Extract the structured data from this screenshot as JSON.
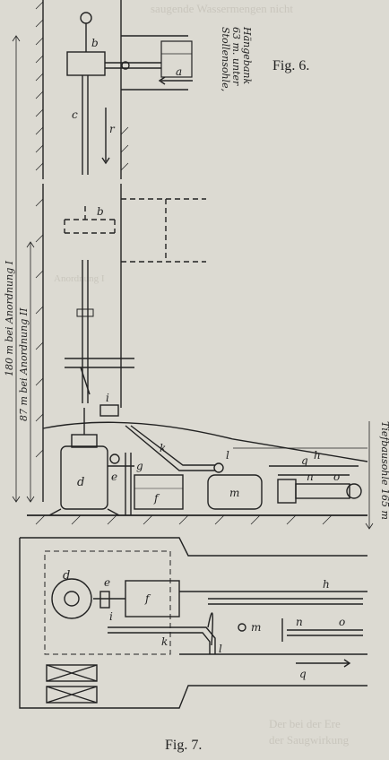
{
  "figure6": {
    "caption": "Fig. 6.",
    "label_b": "b",
    "label_a": "a",
    "label_c": "c",
    "label_r": "r",
    "stollen_line1": "Stollensohle,",
    "stollen_line2": "63 m. unter",
    "stollen_line3": "Hängebank"
  },
  "figure7": {
    "caption": "Fig. 7.",
    "elevation": {
      "label_b": "b",
      "label_i": "i",
      "label_d": "d",
      "label_e": "e",
      "label_g": "g",
      "label_f": "f",
      "label_k": "k",
      "label_l": "l",
      "label_m": "m",
      "label_q": "q",
      "label_n": "n",
      "label_o": "o",
      "label_h": "h",
      "dim_180": "180 m bei Anordnung I",
      "dim_87": "87 m bei Anordnung II",
      "tiefbausohle": "Tiefbausohle 165 m"
    },
    "plan": {
      "label_d": "d",
      "label_e": "e",
      "label_f": "f",
      "label_i": "i",
      "label_k": "k",
      "label_l": "l",
      "label_m": "m",
      "label_h": "h",
      "label_n": "n",
      "label_o": "o",
      "label_q": "q"
    }
  },
  "background_text": {
    "bg1": "saugende Wassermengen nicht",
    "bg2": "Anordnung I",
    "bg3": "der Saugwirkung",
    "bg4": "Der bei der Ere"
  },
  "colors": {
    "paper": "#dcdad2",
    "ink": "#222222",
    "ghost": "#c9c6bd"
  }
}
